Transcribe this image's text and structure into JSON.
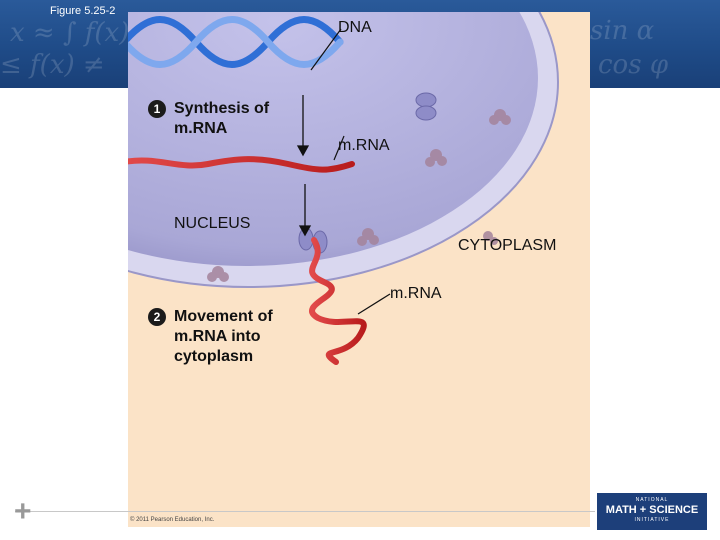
{
  "figure_label": "Figure 5.25-2",
  "labels": {
    "dna": "DNA",
    "mrna_nucleus": "m.RNA",
    "nucleus": "NUCLEUS",
    "cytoplasm": "CYTOPLASM",
    "mrna_cytoplasm": "m.RNA"
  },
  "steps": [
    {
      "number": "1",
      "text": "Synthesis of\nm.RNA"
    },
    {
      "number": "2",
      "text": "Movement of\nm.RNA into\ncytoplasm"
    }
  ],
  "copyright": "© 2011 Pearson Education, Inc.",
  "logo": {
    "top": "NATIONAL",
    "main": "MATH + SCIENCE",
    "bottom": "INITIATIVE"
  },
  "colors": {
    "nucleus": "#a9a7d6",
    "cytoplasm": "#fbe3c7",
    "dna_blue": "#2f6fd6",
    "mrna_red": "#d42a2a",
    "banner": "#1e4a86"
  }
}
